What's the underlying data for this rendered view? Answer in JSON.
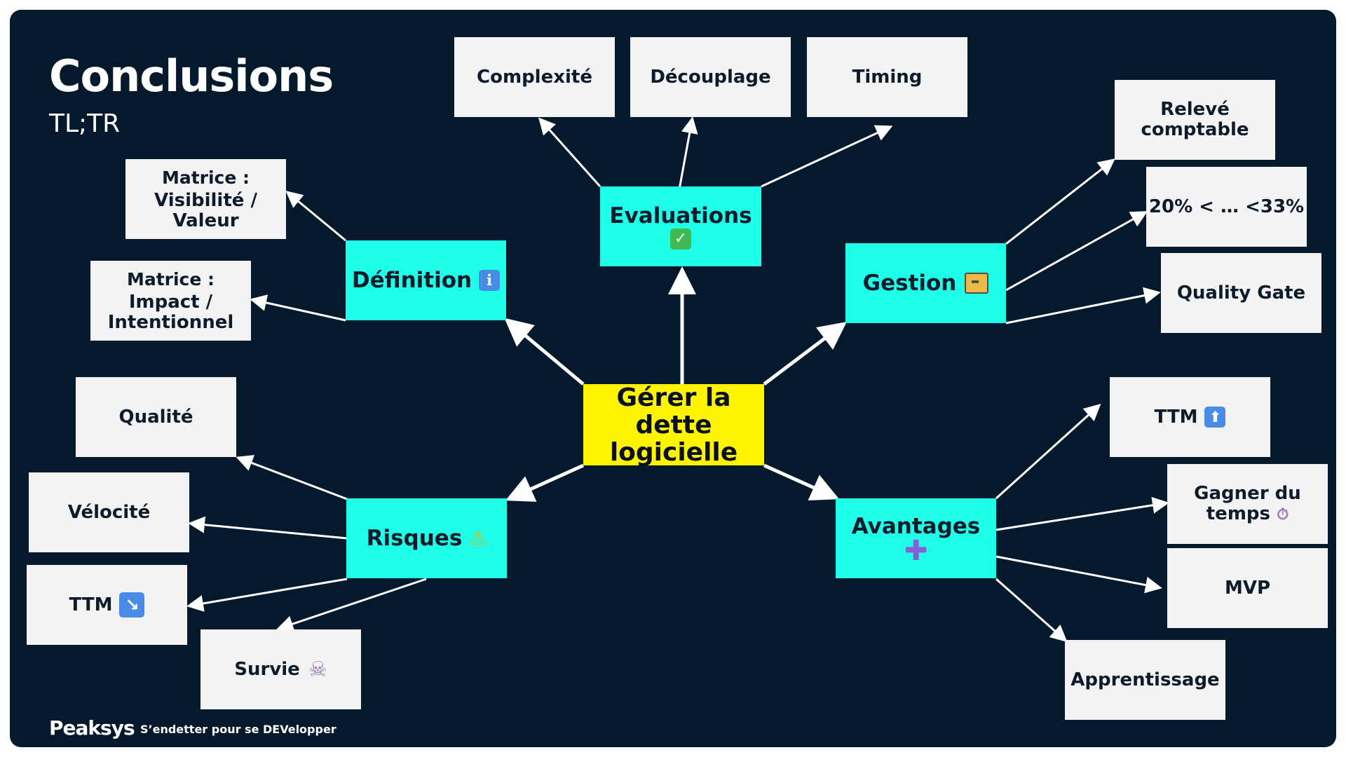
{
  "slide": {
    "title": "Conclusions",
    "subtitle": "TL;TR",
    "footer": {
      "logo": "Peaksys",
      "tagline": "S’endetter pour se DEVelopper"
    }
  },
  "mindmap": {
    "center": {
      "line1": "Gérer la dette",
      "line2": "logicielle"
    },
    "evaluations": {
      "label": "Evaluations",
      "icon": "check-mark-icon",
      "children": [
        "Complexité",
        "Découplage",
        "Timing"
      ]
    },
    "definition": {
      "label": "Définition",
      "icon": "info-icon",
      "children": [
        {
          "line1": "Matrice :",
          "line2": "Visibilité /",
          "line3": "Valeur"
        },
        {
          "line1": "Matrice :",
          "line2": "Impact /",
          "line3": "Intentionnel"
        }
      ]
    },
    "gestion": {
      "label": "Gestion",
      "icon": "file-box-icon",
      "children": [
        {
          "line1": "Relevé",
          "line2": "comptable"
        },
        "20% < … <33%",
        "Quality Gate"
      ]
    },
    "risques": {
      "label": "Risques",
      "icon": "warning-icon",
      "children": [
        "Qualité",
        "Vélocité",
        "TTM",
        "Survie"
      ],
      "child_icons": [
        "",
        "",
        "arrow-down-right-icon",
        "skull-crossbones-icon"
      ]
    },
    "avantages": {
      "label": "Avantages",
      "icon": "plus-icon",
      "children": [
        "TTM",
        {
          "line1": "Gagner du",
          "line2": "temps"
        },
        "MVP",
        "Apprentissage"
      ],
      "child_icons": [
        "arrow-up-icon",
        "stopwatch-icon",
        "",
        ""
      ]
    }
  },
  "colors": {
    "background": "#041a2c",
    "center": "#fff400",
    "category": "#1efee8",
    "leaf": "#f3f3f4",
    "arrow": "#ffffff"
  }
}
